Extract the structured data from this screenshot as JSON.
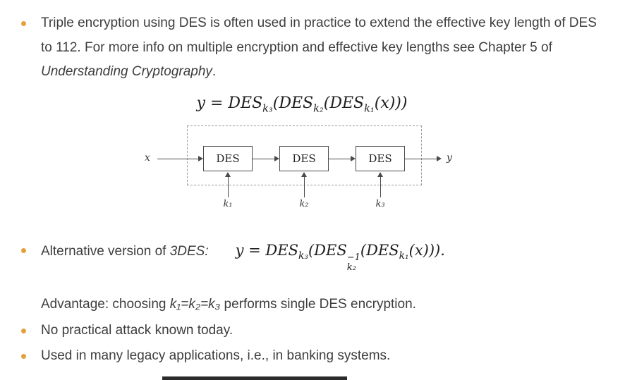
{
  "theme": {
    "bullet_color": "#E3A03C",
    "text_color": "#3D3D3D",
    "math_color": "#1E1E1E",
    "line_color": "#4A4A4A",
    "dashed_color": "#999999",
    "footer_color": "#2B2B2B"
  },
  "bullet1": {
    "text": "Triple encryption using DES is often used in practice to extend the effective key length of DES to 112. For more info on multiple encryption and effective key lengths see Chapter 5 of ",
    "book_title": "Understanding Cryptography",
    "period": "."
  },
  "formula1": {
    "segments": [
      {
        "text": "y = DES",
        "sub": "k₃"
      },
      {
        "text": "(DES",
        "sub": "k₂"
      },
      {
        "text": "(DES",
        "sub": "k₁"
      },
      {
        "text": "(x)))"
      }
    ]
  },
  "diagram": {
    "input_label": "x",
    "output_label": "y",
    "boxes": [
      "DES",
      "DES",
      "DES"
    ],
    "keys": [
      "k₁",
      "k₂",
      "k₃"
    ]
  },
  "bullet2": {
    "prefix": "Alternative version of ",
    "emphasis": "3DES:"
  },
  "formula2": {
    "segments": [
      {
        "text": "y = DES",
        "sub": "k₃"
      },
      {
        "text": "(DES"
      },
      {
        "sup": "−1",
        "sub": "k₂"
      },
      {
        "text": "(DES",
        "sub": "k₁"
      },
      {
        "text": "(x)))."
      }
    ]
  },
  "advantage": {
    "prefix": "Advantage: choosing ",
    "expression": "k₁=k₂=k₃",
    "suffix": " performs single DES encryption."
  },
  "bullet3": "No practical attack known today.",
  "bullet4": "Used in many legacy applications, i.e., in banking systems."
}
